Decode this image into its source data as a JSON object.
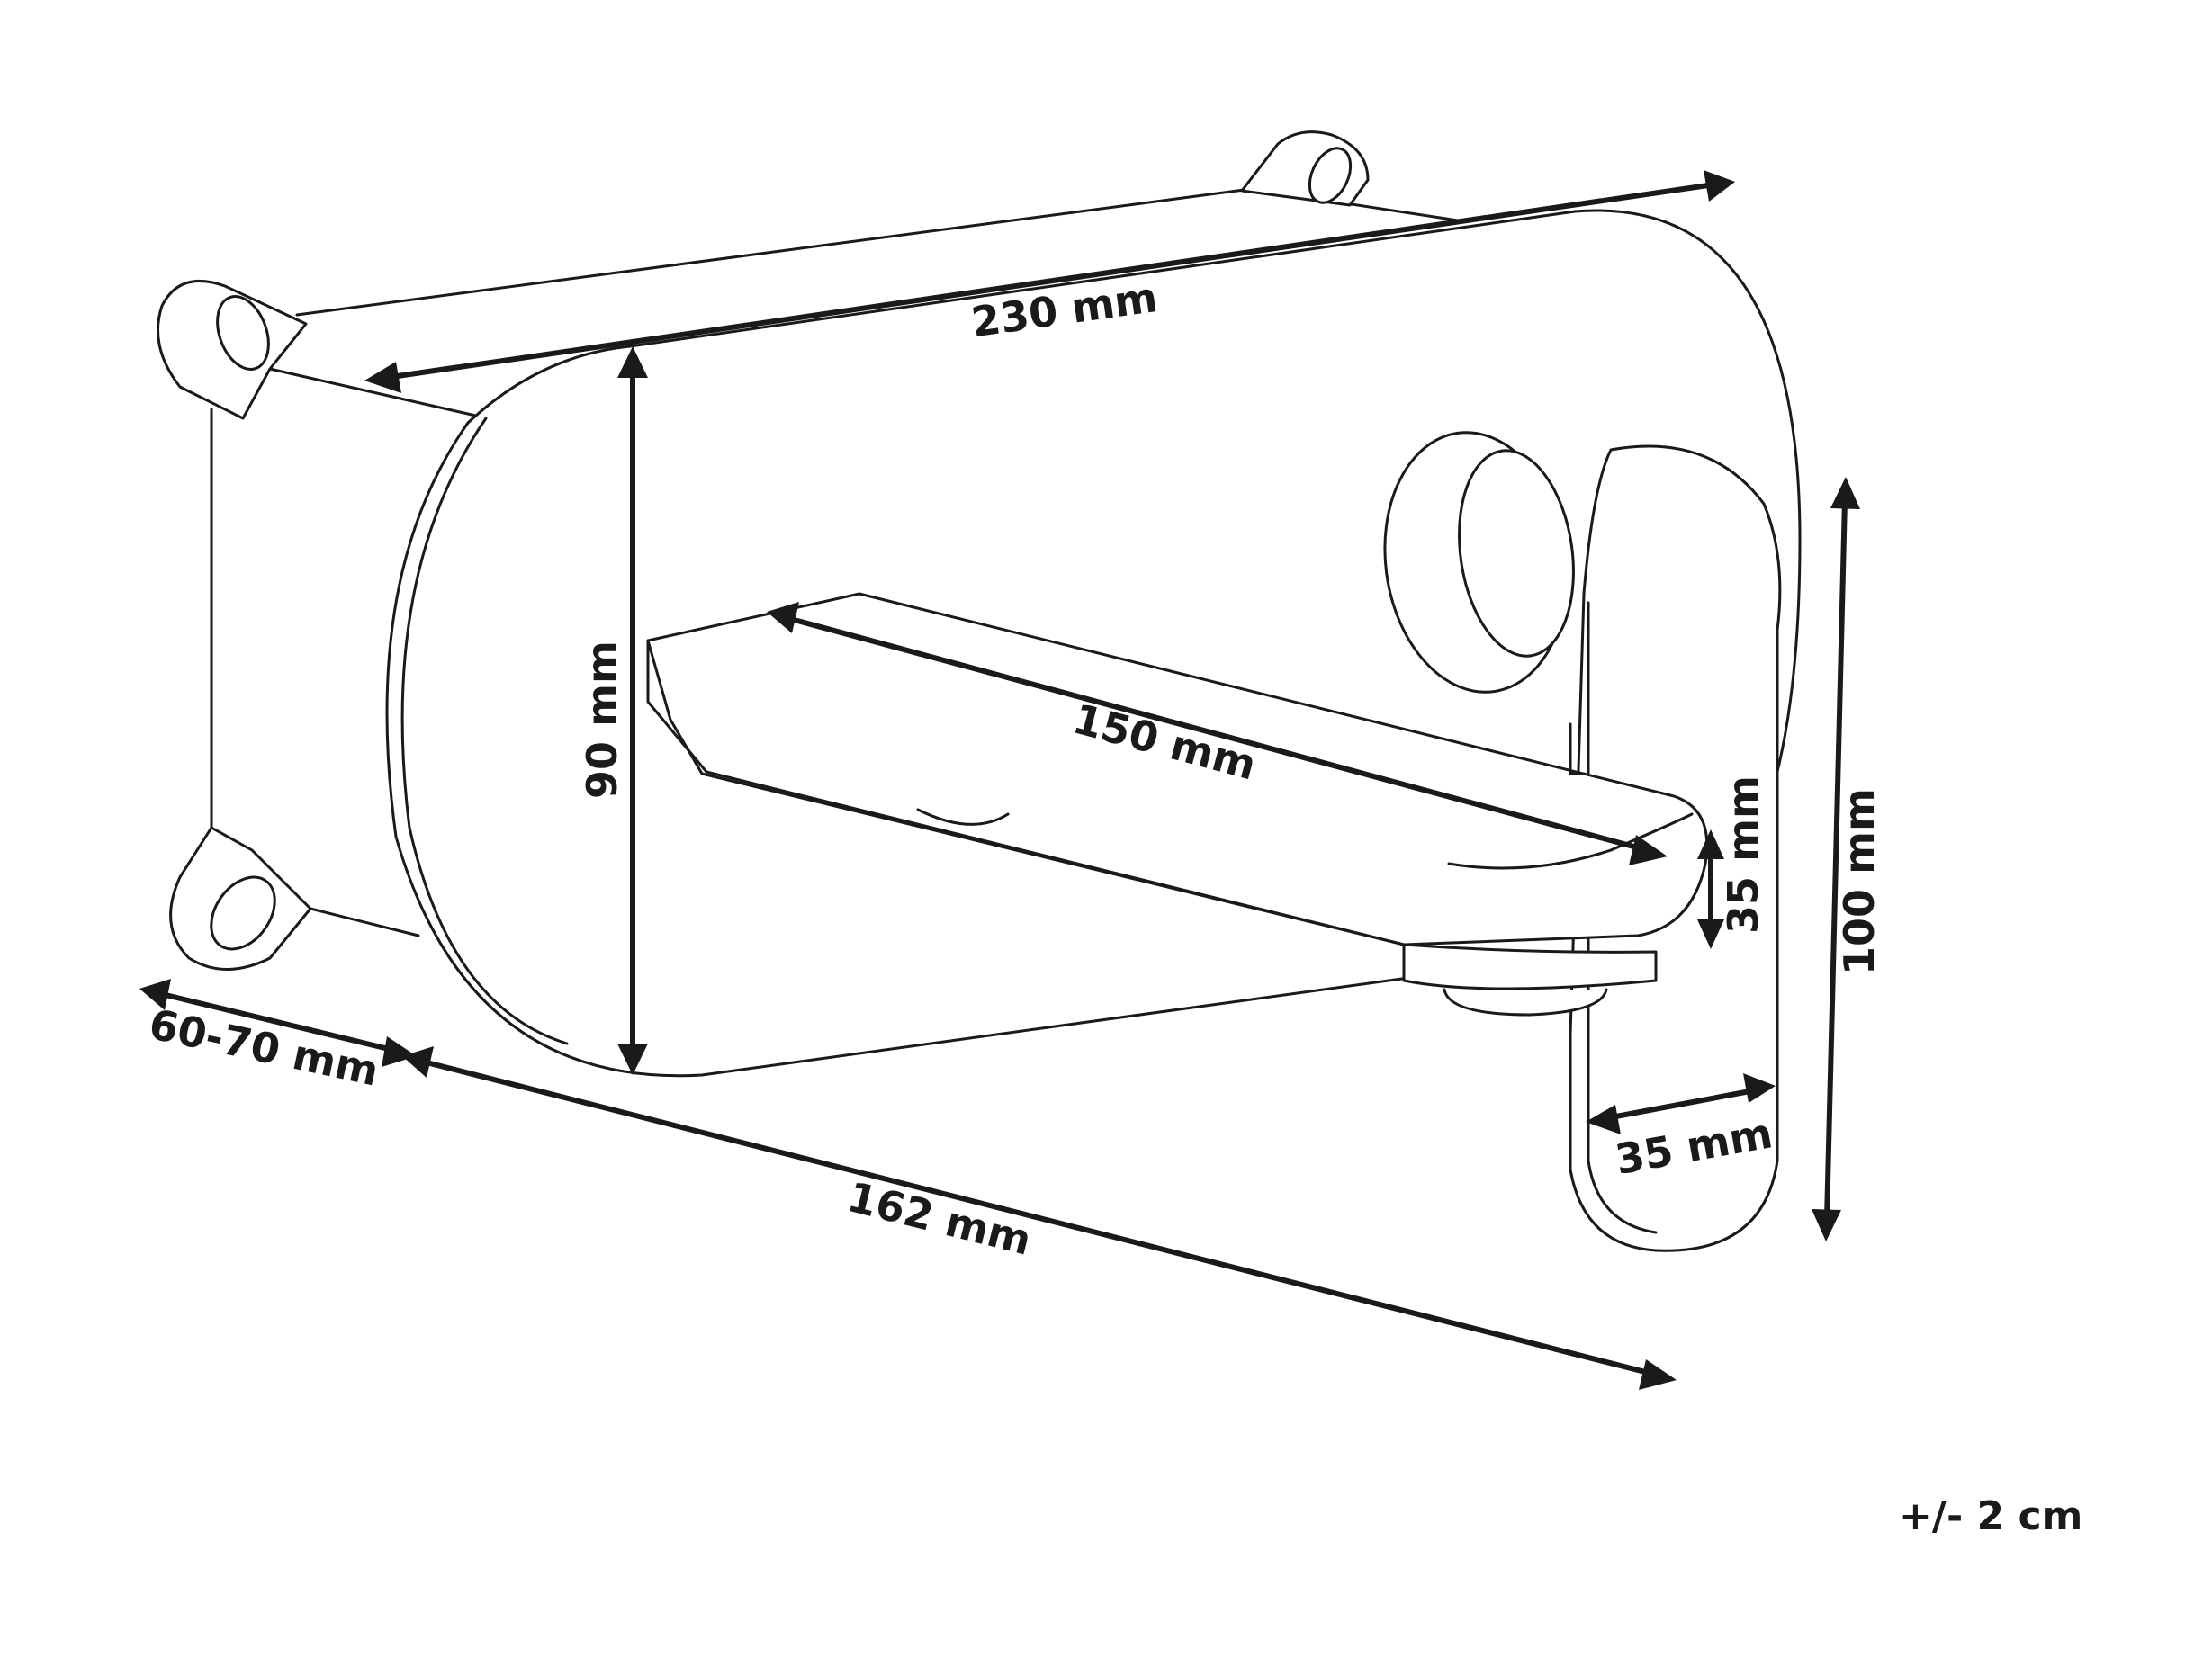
{
  "dimensions": {
    "width_230": "230 mm",
    "spout_length_150": "150 mm",
    "plate_height_90": "90 mm",
    "spout_height_35": "35 mm",
    "handle_height_100": "100 mm",
    "handle_width_35": "35 mm",
    "depth_162": "162 mm",
    "wall_depth_60_70": "60-70 mm"
  },
  "tolerance": "+/- 2 cm",
  "colors": {
    "line": "#1a1a1a",
    "background": "#ffffff"
  }
}
